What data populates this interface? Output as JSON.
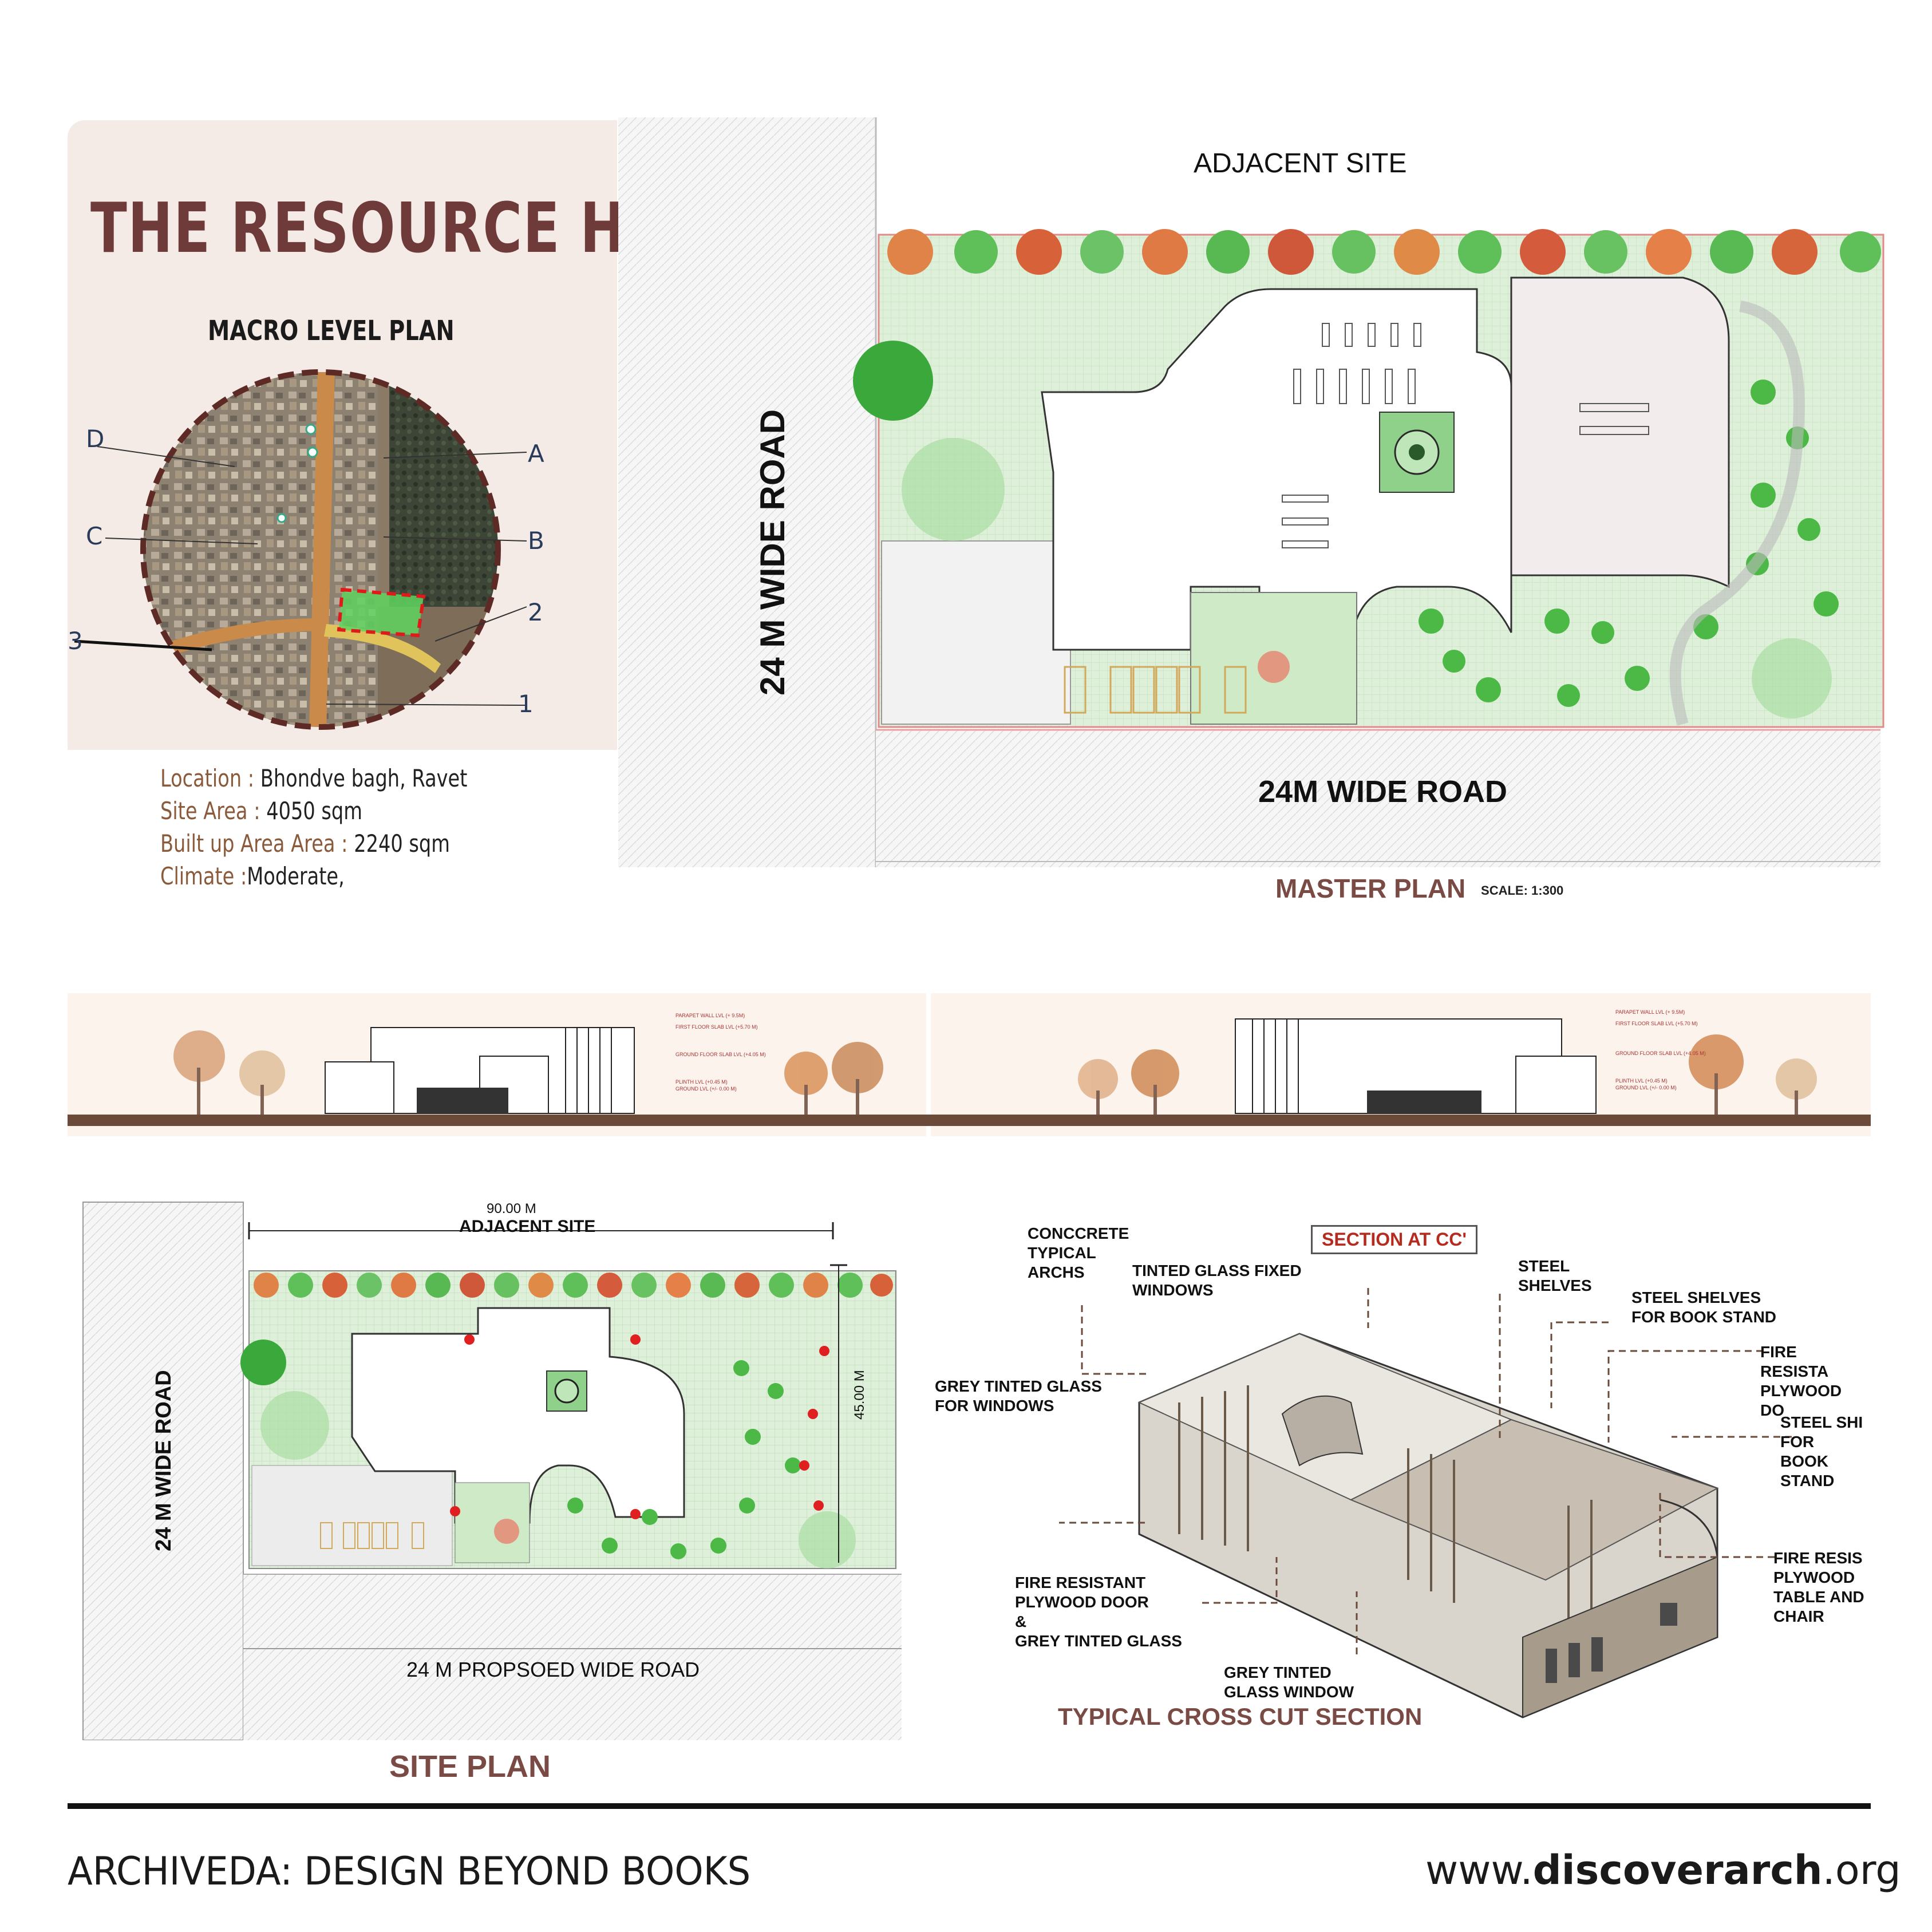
{
  "project": {
    "title": "THE RESOURCE HUB",
    "subtitle": "MACRO LEVEL PLAN"
  },
  "macro_markers": {
    "A": "A",
    "B": "B",
    "C": "C",
    "D": "D",
    "n1": "1",
    "n2": "2",
    "n3": "3"
  },
  "site_info": {
    "location_label": "Location :",
    "location_value": "Bhondve bagh, Ravet",
    "site_area_label": "Site Area :",
    "site_area_value": "4050 sqm",
    "builtup_label": "Built up Area Area :",
    "builtup_value": "2240 sqm",
    "climate_label": "Climate :",
    "climate_value": "Moderate,"
  },
  "master_plan": {
    "adjacent": "ADJACENT SITE",
    "road_side": "24 M WIDE ROAD",
    "road_bottom": "24M WIDE ROAD",
    "title": "MASTER PLAN",
    "scale": "SCALE: 1:300"
  },
  "site_plan": {
    "width_dim": "90.00  M",
    "adjacent": "ADJACENT SITE",
    "height_dim": "45.00  M",
    "road_side": "24 M WIDE ROAD",
    "road_bottom": "24 M PROPSOED  WIDE ROAD",
    "title": "SITE PLAN"
  },
  "section": {
    "tag": "SECTION AT CC'",
    "title": "TYPICAL CROSS CUT SECTION",
    "callouts": {
      "arches": "CONCCRETE\nTYPICAL\nARCHS",
      "tinted_fixed": "TINTED GLASS FIXED\nWINDOWS",
      "steel_shelves": "STEEL\nSHELVES",
      "steel_book_stand": "STEEL SHELVES\nFOR BOOK STAND",
      "fire_door_right": "FIRE RESISTA\nPLYWOOD DO",
      "steel_shelf_right": "STEEL SHI\nFOR BOOK\nSTAND",
      "grey_windows": "GREY TINTED GLASS\nFOR WINDOWS",
      "fire_table": "FIRE RESIS\nPLYWOOD\nTABLE AND\nCHAIR",
      "fire_door_glass": "FIRE RESISTANT\nPLYWOOD DOOR\n&\nGREY TINTED GLASS",
      "grey_window": "GREY TINTED\nGLASS WINDOW"
    }
  },
  "elevations": {
    "levels": [
      "PARAPET WALL LVL (+ 9.5M)",
      "FIRST FLOOR SLAB LVL (+5.70 M)",
      "GROUND FLOOR SLAB LVL (+4.05 M)",
      "PLINTH LVL (+0.45 M)",
      "GROUND LVL (+/- 0.00 M)"
    ]
  },
  "footer": {
    "left": "ARCHIVEDA: DESIGN BEYOND BOOKS",
    "url_pre": "www.",
    "url_bold": "discoverarch",
    "url_post": ".org"
  },
  "colors": {
    "title_brown": "#6e3b3a",
    "label_brown": "#8a5a3a",
    "site_green": "#cfe8c8",
    "tree_orange": "#d2693a",
    "tree_green": "#4fb84a"
  }
}
